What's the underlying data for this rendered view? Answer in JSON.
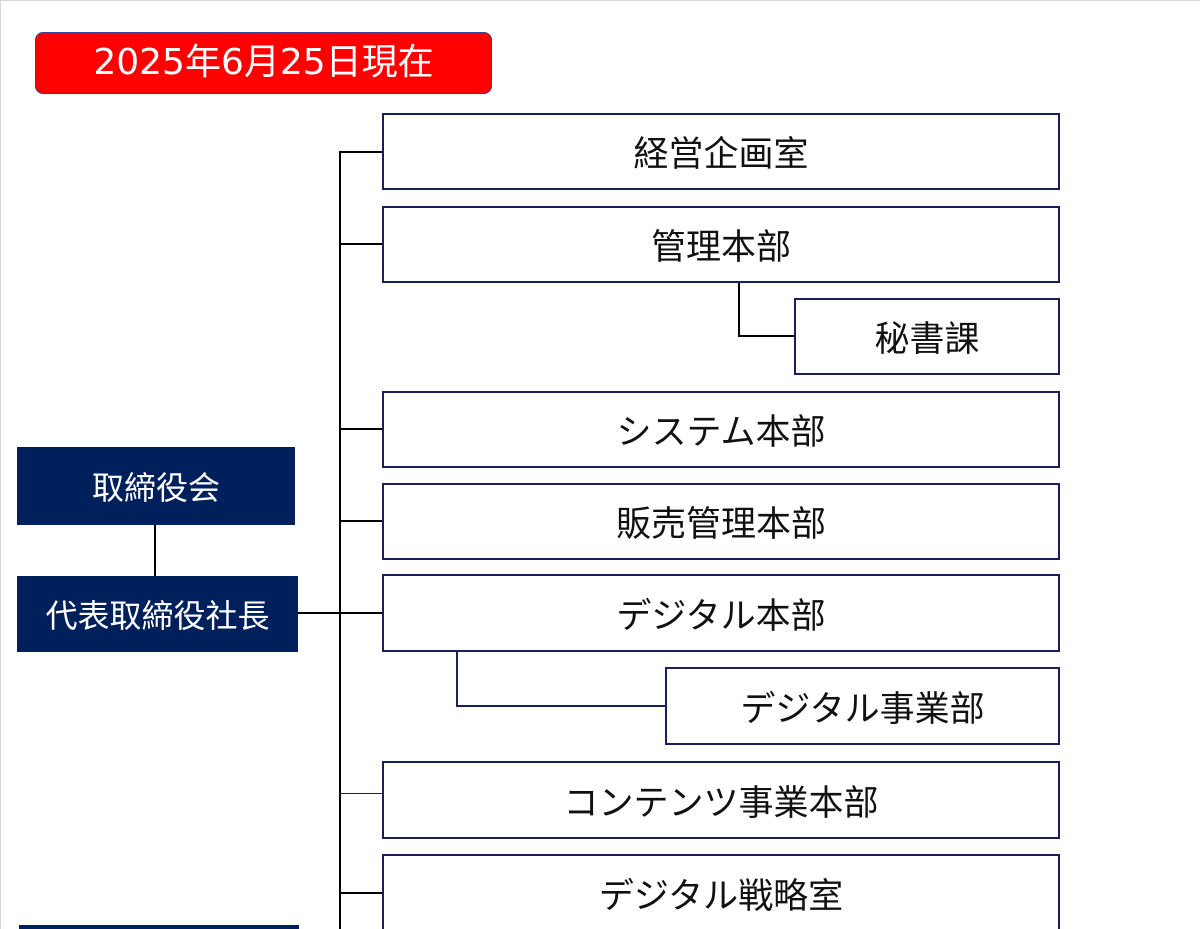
{
  "date_badge": {
    "text": "2025年6月25日現在",
    "color": "#ff0000"
  },
  "executives": [
    {
      "label": "取締役会"
    },
    {
      "label": "代表取締役社長"
    }
  ],
  "departments": [
    {
      "label": "経営企画室"
    },
    {
      "label": "管理本部"
    },
    {
      "label": "秘書課"
    },
    {
      "label": "システム本部"
    },
    {
      "label": "販売管理本部"
    },
    {
      "label": "デジタル本部"
    },
    {
      "label": "デジタル事業部"
    },
    {
      "label": "コンテンツ事業本部"
    },
    {
      "label": "デジタル戦略室"
    }
  ],
  "colors": {
    "executive_fill": "#00205b",
    "department_border": "#1a1f5c",
    "connector": "#000000"
  }
}
